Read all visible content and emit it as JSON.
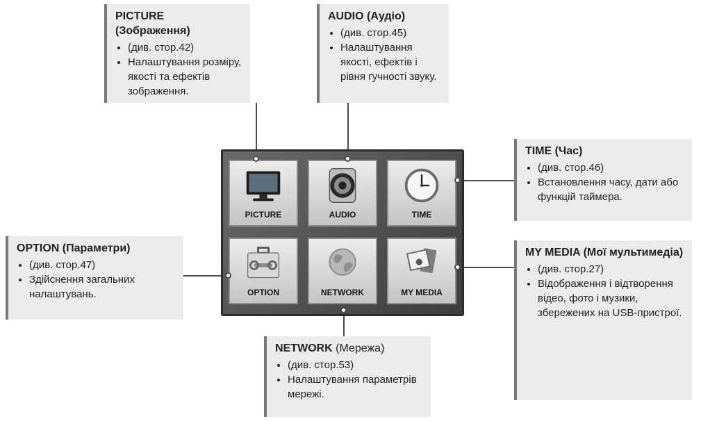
{
  "menu": {
    "tiles": [
      {
        "label": "PICTURE",
        "icon": "monitor-icon"
      },
      {
        "label": "AUDIO",
        "icon": "speaker-icon"
      },
      {
        "label": "TIME",
        "icon": "clock-icon"
      },
      {
        "label": "OPTION",
        "icon": "toolbox-icon"
      },
      {
        "label": "NETWORK",
        "icon": "globe-icon"
      },
      {
        "label": "MY MEDIA",
        "icon": "media-icon"
      }
    ]
  },
  "callouts": {
    "picture": {
      "title": "PICTURE (Зображення)",
      "page": "(див. стор.42)",
      "desc": "Налаштування розміру, якості та ефектів зображення."
    },
    "audio": {
      "title": "AUDIO (Аудіо)",
      "page": "(див. стор.45)",
      "desc": "Налаштування якості, ефектів і рівня гучності звуку."
    },
    "time": {
      "title": "TIME (Час)",
      "page": "(див. стор.46)",
      "desc": "Встановлення часу, дати або функцій таймера."
    },
    "option": {
      "title": "OPTION (Параметри)",
      "page": "(див. стор.47)",
      "desc": "Здійснення загальних налаштувань."
    },
    "network": {
      "title": "NETWORK",
      "title_sub": "(Мережа)",
      "page": "(див. стор.53)",
      "desc": "Налаштування параметрів мережі."
    },
    "mymedia": {
      "title": "MY MEDIA (Мої мультимедіа)",
      "page": "(див. стор.27)",
      "desc": "Відображення і відтворення відео, фото і музики, збережених на USB-пристрої."
    }
  }
}
